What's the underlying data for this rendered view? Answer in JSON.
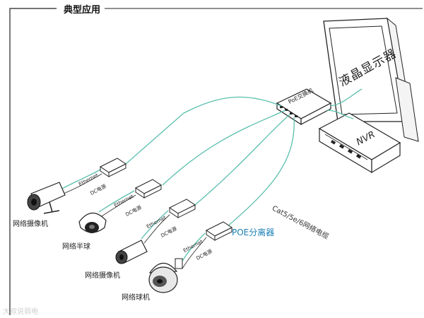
{
  "title": "典型应用",
  "monitor_label": "液晶显示器",
  "nvr_label": "NVR",
  "poe_switch_label": "PoE交换机",
  "cable_label": "Cat5/5e/6网络电缆",
  "splitter_label": "POE分离器",
  "ethernet_label": "Ethernet",
  "dc_label": "DC电源",
  "devices": {
    "camera_top": "网络摄像机",
    "half_dome": "网络半球",
    "camera_bottom": "网络摄像机",
    "speed_dome": "网络球机"
  },
  "watermark": "大叔说弱电",
  "colors": {
    "cable": "#5bbfae",
    "line": "#333333"
  }
}
